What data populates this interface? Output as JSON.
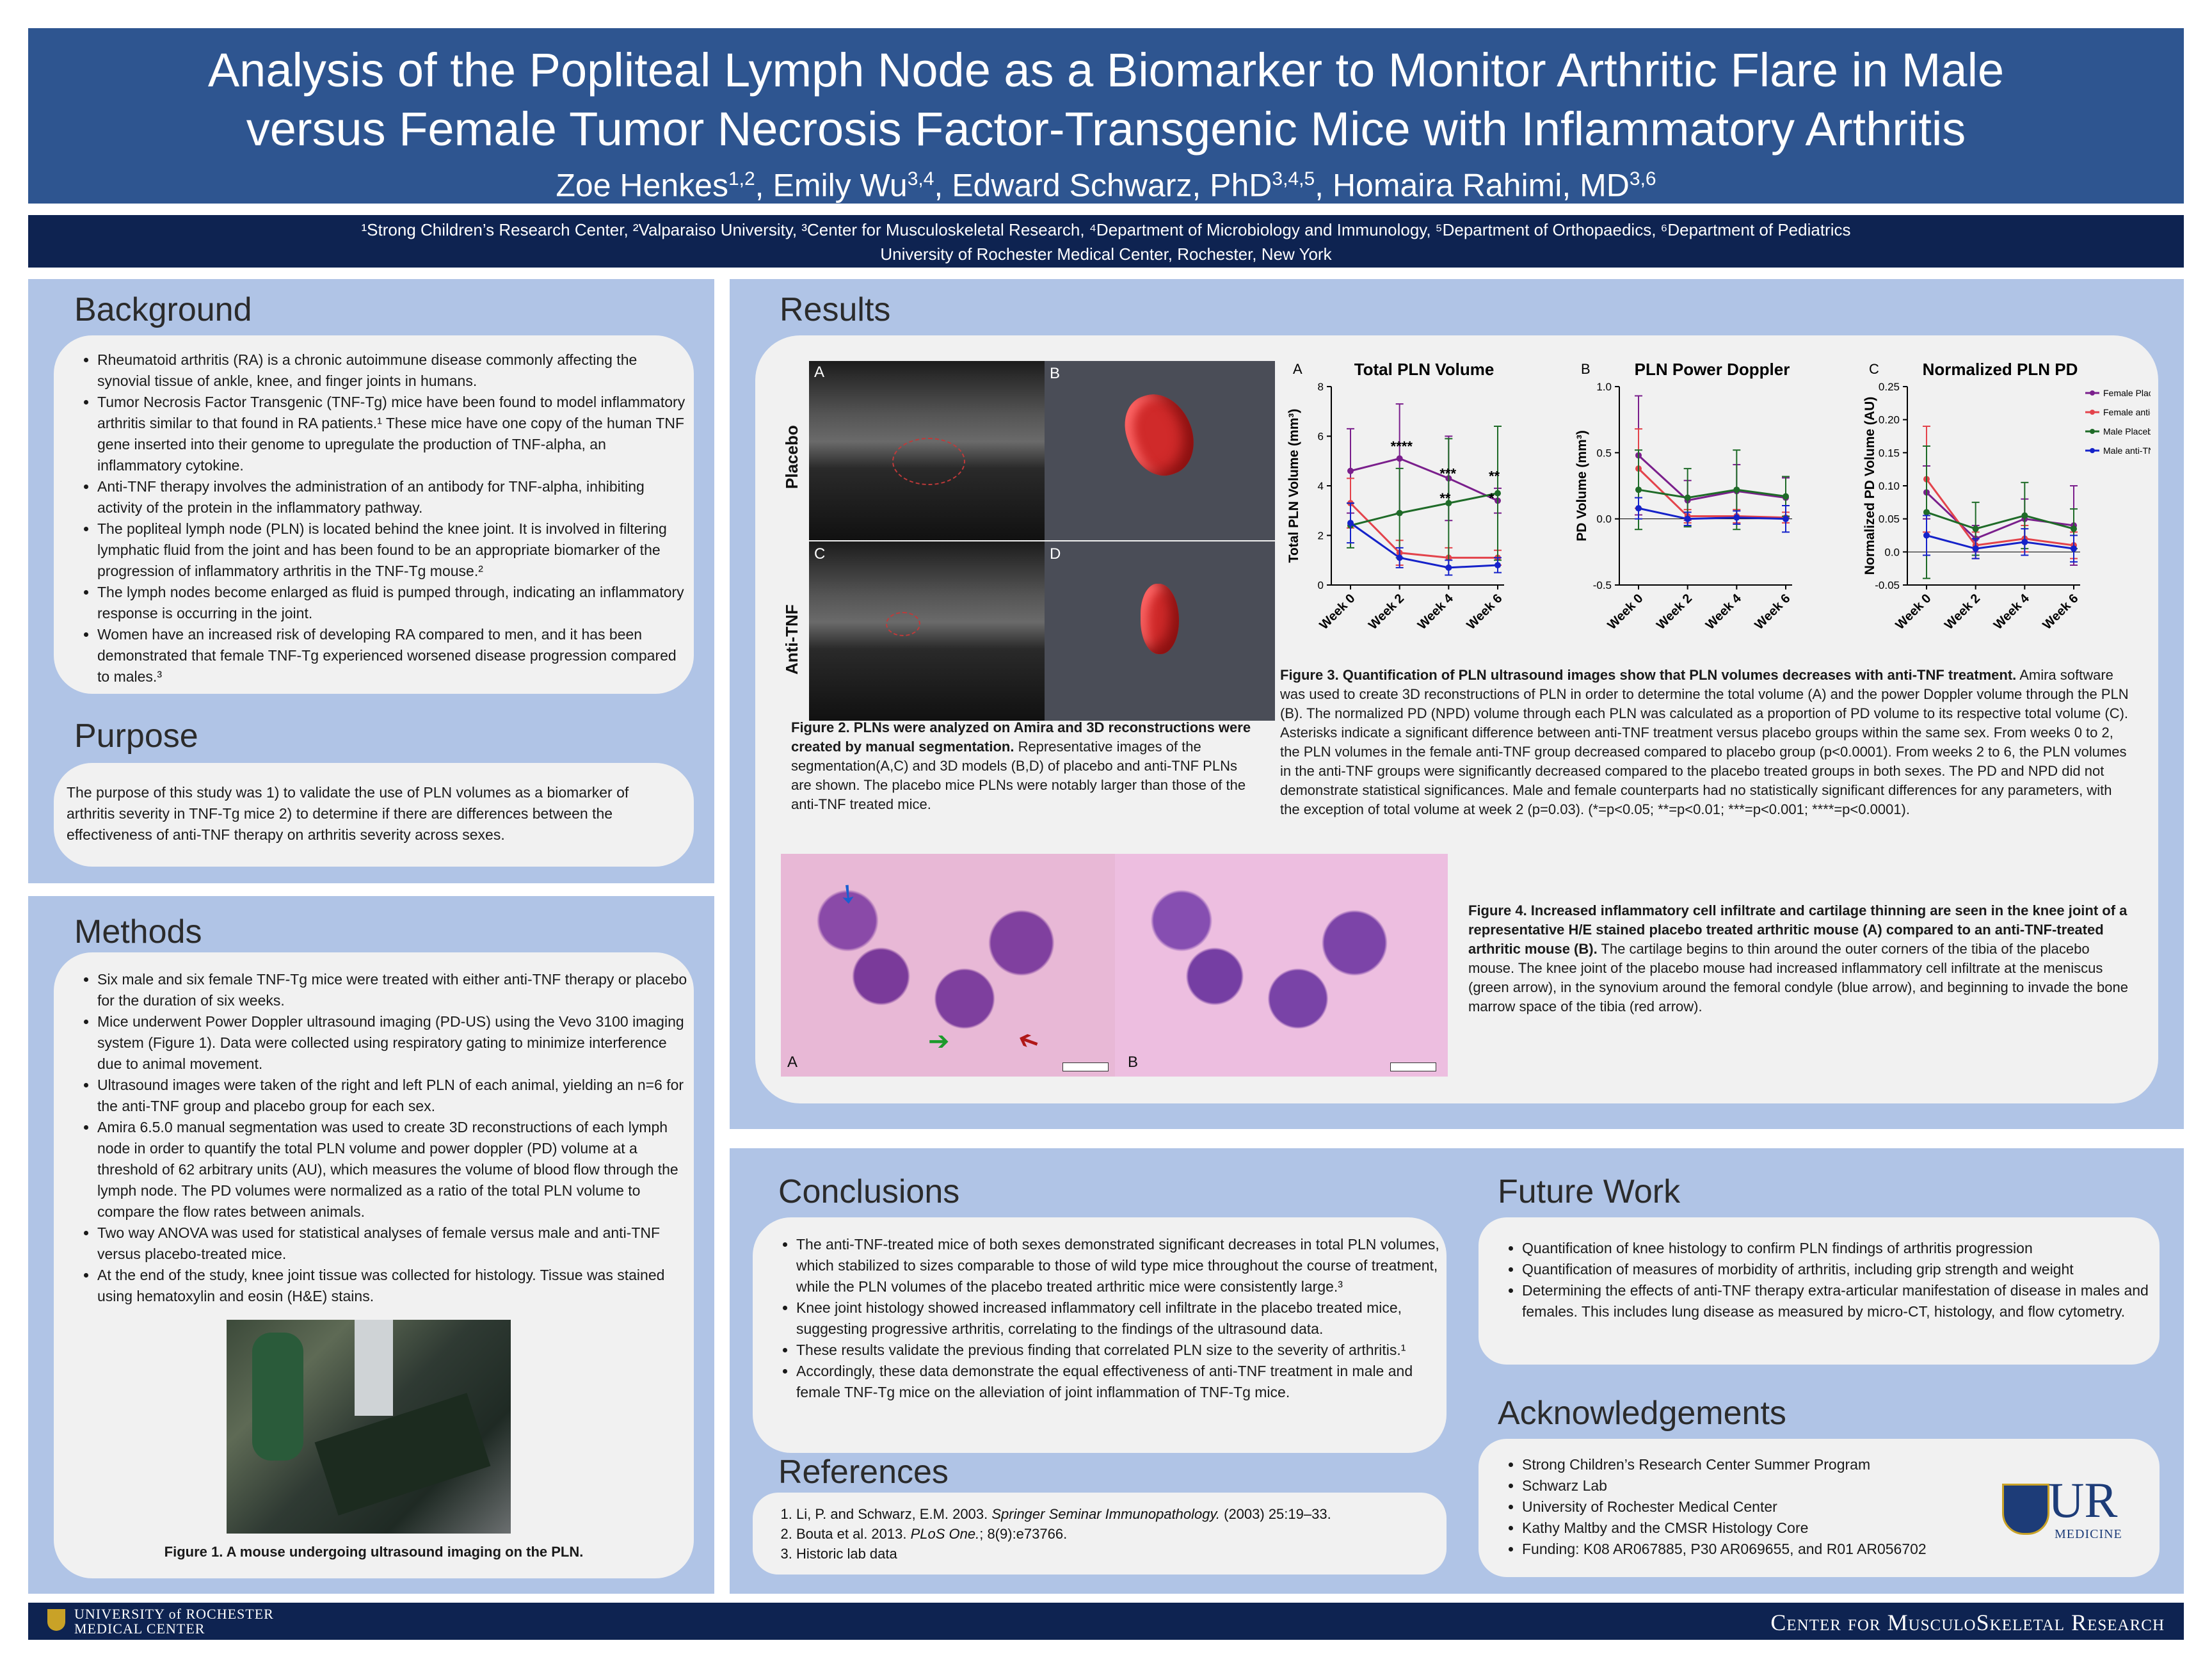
{
  "header": {
    "title_line1": "Analysis of the Popliteal Lymph Node as a Biomarker to Monitor Arthritic Flare in Male",
    "title_line2": "versus Female Tumor Necrosis Factor-Transgenic Mice with Inflammatory Arthritis",
    "authors": [
      {
        "name": "Zoe Henkes",
        "sup": "1,2"
      },
      {
        "name": "Emily Wu",
        "sup": "3,4"
      },
      {
        "name": "Edward Schwarz, PhD",
        "sup": "3,4,5"
      },
      {
        "name": "Homaira Rahimi, MD",
        "sup": "3,6"
      }
    ],
    "affiliations_line1": "¹Strong Children’s Research Center, ²Valparaiso University, ³Center for Musculoskeletal Research, ⁴Department of Microbiology and Immunology, ⁵Department of Orthopaedics, ⁶Department of Pediatrics",
    "affiliations_line2": "University of Rochester Medical Center, Rochester, New York"
  },
  "background": {
    "title": "Background",
    "items": [
      "Rheumatoid arthritis (RA) is a chronic autoimmune disease commonly affecting the synovial tissue of ankle, knee, and finger joints in humans.",
      "Tumor Necrosis Factor Transgenic (TNF-Tg) mice have been found to model inflammatory arthritis similar to that found in RA patients.¹ These mice have one copy of the human TNF gene inserted into their genome to upregulate the production of TNF-alpha, an inflammatory cytokine.",
      "Anti-TNF therapy involves the administration of an antibody for TNF-alpha, inhibiting activity of the protein in the inflammatory pathway.",
      "The popliteal lymph node (PLN) is located behind the knee joint. It is involved in filtering lymphatic fluid from the joint and has been found to be an appropriate biomarker of the progression of inflammatory arthritis in the TNF-Tg mouse.²",
      "The lymph nodes become enlarged as fluid is pumped through, indicating an inflammatory response is occurring in the joint.",
      "Women have an increased risk of developing RA compared to men, and it has been demonstrated that female TNF-Tg experienced worsened disease progression compared to males.³"
    ]
  },
  "purpose": {
    "title": "Purpose",
    "text": "The purpose of this study was 1) to validate the use of PLN volumes as a biomarker of arthritis severity in TNF-Tg mice 2) to determine if there are differences between the effectiveness of anti-TNF therapy on arthritis severity across sexes."
  },
  "methods": {
    "title": "Methods",
    "items": [
      "Six male and six female TNF-Tg mice were treated with either anti-TNF therapy or placebo for the duration of six weeks.",
      "Mice underwent Power Doppler ultrasound imaging (PD-US) using the Vevo 3100 imaging system (Figure 1). Data were collected using respiratory gating to minimize interference due to animal movement.",
      "Ultrasound images were taken of the right and left PLN of each animal, yielding an n=6 for the anti-TNF group and placebo group for each sex.",
      "Amira 6.5.0 manual segmentation was used to create 3D reconstructions of each lymph node in order to quantify the total PLN volume and power doppler (PD) volume at a threshold of 62 arbitrary units (AU), which measures the volume of blood flow through the lymph node. The PD volumes were normalized as a ratio of the total PLN volume to compare the flow rates between animals.",
      "Two way ANOVA was used for statistical analyses of female versus male and anti-TNF versus placebo-treated mice.",
      "At the end of the study, knee joint tissue was collected for histology. Tissue was stained using hematoxylin and eosin (H&E) stains."
    ],
    "figure1_caption": "Figure 1. A mouse undergoing ultrasound imaging on the PLN."
  },
  "results": {
    "title": "Results",
    "fig2": {
      "row_labels": [
        "Placebo",
        "Anti-TNF"
      ],
      "panel_labels": [
        "A",
        "B",
        "C",
        "D"
      ],
      "caption_bold": "Figure 2. PLNs were analyzed on Amira and 3D reconstructions were created by manual segmentation.",
      "caption": "Representative images of the segmentation(A,C) and 3D models (B,D) of placebo and anti-TNF PLNs are shown. The placebo mice PLNs were notably larger than those of the anti-TNF treated mice."
    },
    "fig3": {
      "caption_bold": "Figure 3. Quantification of PLN ultrasound images show that PLN volumes decreases with anti-TNF treatment.",
      "caption": "Amira software was used to create 3D reconstructions of PLN in order to determine the total volume (A) and the power Doppler volume through the PLN (B). The normalized PD (NPD) volume through each PLN was calculated as a proportion of PD volume to its respective total volume (C). Asterisks indicate a significant difference between anti-TNF treatment versus placebo groups within the same sex. From weeks 0 to 2, the PLN volumes in the female anti-TNF group decreased compared to placebo group (p<0.0001). From weeks 2 to 6, the PLN volumes in the anti-TNF groups were significantly decreased compared to the placebo treated groups in both sexes. The PD and NPD did not demonstrate statistical significances. Male and female counterparts had no statistically significant differences for any parameters, with the exception of total volume at week 2 (p=0.03). (*=p<0.05; **=p<0.01; ***=p<0.001; ****=p<0.0001)."
    },
    "fig4": {
      "panel_labels": [
        "A",
        "B"
      ],
      "caption_bold": "Figure 4. Increased inflammatory cell infiltrate and cartilage thinning are seen in the knee joint of a representative H/E stained placebo treated arthritic mouse (A) compared to an anti-TNF-treated arthritic mouse (B).",
      "caption": "The cartilage begins to thin around the outer corners of the tibia of the placebo mouse. The knee joint of the placebo mouse had increased inflammatory cell infiltrate at the meniscus (green arrow), in the synovium around the femoral condyle (blue arrow), and beginning to invade the bone marrow space of the tibia (red arrow)."
    }
  },
  "chart_data": [
    {
      "type": "line",
      "panel": "A",
      "title": "Total PLN Volume",
      "ylabel": "Total PLN Volume (mm³)",
      "categories": [
        "Week 0",
        "Week 2",
        "Week 4",
        "Week 6"
      ],
      "ylim": [
        0,
        8
      ],
      "yticks": [
        0,
        2,
        4,
        6,
        8
      ],
      "series": [
        {
          "name": "Female Placebo",
          "color": "#7a1f8c",
          "values": [
            4.6,
            5.1,
            4.3,
            3.4
          ],
          "err": [
            1.7,
            2.2,
            1.7,
            0.5
          ]
        },
        {
          "name": "Female anti-TNF",
          "color": "#e3434b",
          "values": [
            3.3,
            1.3,
            1.1,
            1.1
          ],
          "err": [
            1.0,
            0.5,
            0.4,
            0.3
          ]
        },
        {
          "name": "Male Placebo",
          "color": "#1f6b28",
          "values": [
            2.4,
            2.9,
            3.3,
            3.7
          ],
          "err": [
            0.9,
            1.8,
            2.6,
            2.7
          ]
        },
        {
          "name": "Male anti-TNF",
          "color": "#1522c9",
          "values": [
            2.5,
            1.1,
            0.7,
            0.8
          ],
          "err": [
            0.8,
            0.4,
            0.3,
            0.3
          ]
        }
      ],
      "annotations": [
        {
          "text": "****",
          "x": "Week 2",
          "y": 5.4
        },
        {
          "text": "***",
          "x": "Week 4",
          "y": 4.3
        },
        {
          "text": "**",
          "x": "Week 4",
          "y": 3.3
        },
        {
          "text": "**",
          "x": "Week 6",
          "y": 4.2
        },
        {
          "text": "*",
          "x": "Week 6",
          "y": 3.3
        }
      ]
    },
    {
      "type": "line",
      "panel": "B",
      "title": "PLN Power Doppler",
      "ylabel": "PD Volume (mm³)",
      "categories": [
        "Week 0",
        "Week 2",
        "Week 4",
        "Week 6"
      ],
      "ylim": [
        -0.5,
        1.0
      ],
      "yticks": [
        -0.5,
        0.0,
        0.5,
        1.0
      ],
      "series": [
        {
          "name": "Female Placebo",
          "color": "#7a1f8c",
          "values": [
            0.48,
            0.14,
            0.21,
            0.16
          ],
          "err": [
            0.45,
            0.15,
            0.2,
            0.15
          ]
        },
        {
          "name": "Female anti-TNF",
          "color": "#e3434b",
          "values": [
            0.38,
            0.02,
            0.02,
            0.01
          ],
          "err": [
            0.3,
            0.05,
            0.05,
            0.04
          ]
        },
        {
          "name": "Male Placebo",
          "color": "#1f6b28",
          "values": [
            0.22,
            0.16,
            0.22,
            0.17
          ],
          "err": [
            0.3,
            0.22,
            0.3,
            0.15
          ]
        },
        {
          "name": "Male anti-TNF",
          "color": "#1522c9",
          "values": [
            0.08,
            0.0,
            0.01,
            0.0
          ],
          "err": [
            0.08,
            0.05,
            0.05,
            0.1
          ]
        }
      ]
    },
    {
      "type": "line",
      "panel": "C",
      "title": "Normalized PLN PD",
      "ylabel": "Normalized PD Volume (AU)",
      "categories": [
        "Week 0",
        "Week 2",
        "Week 4",
        "Week 6"
      ],
      "ylim": [
        -0.05,
        0.25
      ],
      "yticks": [
        -0.05,
        0.0,
        0.05,
        0.1,
        0.15,
        0.2,
        0.25
      ],
      "legend": "top-right",
      "series": [
        {
          "name": "Female Placebo",
          "color": "#7a1f8c",
          "values": [
            0.09,
            0.02,
            0.05,
            0.04
          ],
          "err": [
            0.04,
            0.02,
            0.03,
            0.06
          ]
        },
        {
          "name": "Female anti-TNF",
          "color": "#e3434b",
          "values": [
            0.11,
            0.01,
            0.02,
            0.01
          ],
          "err": [
            0.08,
            0.02,
            0.02,
            0.02
          ]
        },
        {
          "name": "Male Placebo",
          "color": "#1f6b28",
          "values": [
            0.06,
            0.035,
            0.055,
            0.035
          ],
          "err": [
            0.1,
            0.04,
            0.05,
            0.03
          ]
        },
        {
          "name": "Male anti-TNF",
          "color": "#1522c9",
          "values": [
            0.025,
            0.005,
            0.015,
            0.005
          ],
          "err": [
            0.03,
            0.015,
            0.02,
            0.02
          ]
        }
      ]
    }
  ],
  "conclusions": {
    "title": "Conclusions",
    "items": [
      "The anti-TNF-treated mice of both sexes demonstrated significant decreases in total PLN volumes, which stabilized to sizes comparable to those of wild type mice throughout the course of treatment, while the PLN volumes of the placebo treated arthritic mice were consistently large.³",
      "Knee joint histology showed increased inflammatory cell infiltrate in the placebo treated mice, suggesting progressive arthritis, correlating to the findings of the ultrasound data.",
      "These results validate the previous finding that correlated PLN size to the severity of arthritis.¹",
      "Accordingly, these data demonstrate the equal effectiveness of anti-TNF treatment in male and female TNF-Tg mice on the alleviation of joint inflammation of TNF-Tg mice."
    ]
  },
  "references": {
    "title": "References",
    "items": [
      {
        "pre": "Li, P. and Schwarz, E.M. 2003. ",
        "ital": "Springer Seminar Immunopathology.",
        "post": " (2003) 25:19–33."
      },
      {
        "pre": "Bouta et al. 2013. ",
        "ital": "PLoS One.",
        "post": "; 8(9):e73766."
      },
      {
        "pre": "Historic lab  data",
        "ital": "",
        "post": ""
      }
    ]
  },
  "future_work": {
    "title": "Future Work",
    "items": [
      "Quantification of knee histology to confirm PLN findings of arthritis progression",
      "Quantification of measures of morbidity of arthritis, including grip strength and weight",
      "Determining the effects of anti-TNF therapy extra-articular manifestation of disease in males and females. This includes lung disease as measured by micro-CT, histology, and flow cytometry."
    ]
  },
  "acknowledgements": {
    "title": "Acknowledgements",
    "items": [
      "Strong Children’s Research Center Summer Program",
      "Schwarz Lab",
      "University of Rochester Medical Center",
      "Kathy Maltby and the CMSR Histology Core",
      "Funding: K08 AR067885, P30 AR069655, and R01 AR056702"
    ],
    "logo_text": "UR",
    "logo_sub": "MEDICINE"
  },
  "footer": {
    "left_line1": "UNIVERSITY of ROCHESTER",
    "left_line2": "MEDICAL CENTER",
    "right": "Center for MusculoSkeletal Research"
  },
  "colors": {
    "header": "#2e5590",
    "bar": "#0e2351",
    "panel": "#b0c4e6",
    "card": "#f1f1f1"
  }
}
